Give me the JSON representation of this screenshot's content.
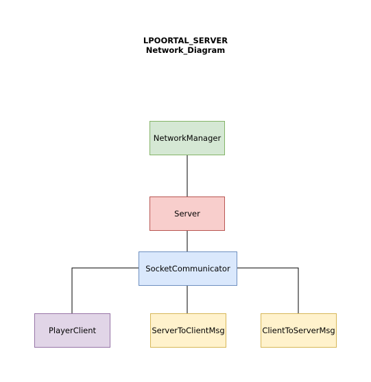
{
  "title": {
    "line1": "LPOORTAL_SERVER",
    "line2": "Network_Diagram"
  },
  "nodes": {
    "network_manager": {
      "label": "NetworkManager",
      "fill": "#d5e8d4",
      "stroke": "#82b366"
    },
    "server": {
      "label": "Server",
      "fill": "#f8cecc",
      "stroke": "#b85450"
    },
    "socket_communicator": {
      "label": "SocketCommunicator",
      "fill": "#dae8fc",
      "stroke": "#6c8ebf"
    },
    "player_client": {
      "label": "PlayerClient",
      "fill": "#e1d5e7",
      "stroke": "#9673a6"
    },
    "server_to_client_msg": {
      "label": "ServerToClientMsg",
      "fill": "#fff2cc",
      "stroke": "#d6b656"
    },
    "client_to_server_msg": {
      "label": "ClientToServerMsg",
      "fill": "#fff2cc",
      "stroke": "#d6b656"
    }
  },
  "edges": [
    {
      "from": "network_manager",
      "to": "server"
    },
    {
      "from": "server",
      "to": "socket_communicator"
    },
    {
      "from": "socket_communicator",
      "to": "player_client"
    },
    {
      "from": "socket_communicator",
      "to": "server_to_client_msg"
    },
    {
      "from": "socket_communicator",
      "to": "client_to_server_msg"
    }
  ]
}
